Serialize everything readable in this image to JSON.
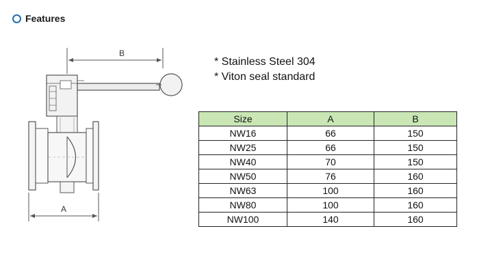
{
  "section": {
    "title": "Features",
    "bullet_color": "#1f6fb0"
  },
  "drawing": {
    "dim_b": "B",
    "dim_a": "A"
  },
  "notes": [
    "* Stainless Steel 304",
    "* Viton seal standard"
  ],
  "table": {
    "header_color": "#c9e6b4",
    "columns": [
      "Size",
      "A",
      "B"
    ],
    "rows": [
      [
        "NW16",
        "66",
        "150"
      ],
      [
        "NW25",
        "66",
        "150"
      ],
      [
        "NW40",
        "70",
        "150"
      ],
      [
        "NW50",
        "76",
        "160"
      ],
      [
        "NW63",
        "100",
        "160"
      ],
      [
        "NW80",
        "100",
        "160"
      ],
      [
        "NW100",
        "140",
        "160"
      ]
    ]
  }
}
